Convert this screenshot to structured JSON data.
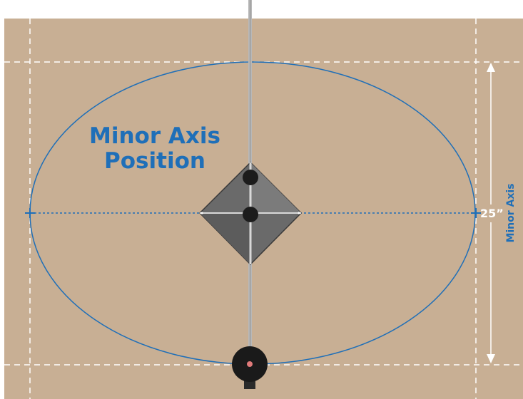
{
  "diagram": {
    "title_line1": "Minor Axis",
    "title_line2": "Position",
    "dimension_value": "25”",
    "axis_label": "Minor Axis",
    "colors": {
      "background": "#c8af94",
      "accent_blue": "#1f6fb8",
      "guide_white": "#ffffff",
      "pole": "#b8b8b8",
      "body": "#6a6a6a",
      "knob": "#1c1c1c",
      "laser_dot": "#e07a7a"
    },
    "icons": [
      "cross-marker-icon",
      "double-arrow-icon",
      "pole-icon",
      "sphere-icon"
    ]
  }
}
